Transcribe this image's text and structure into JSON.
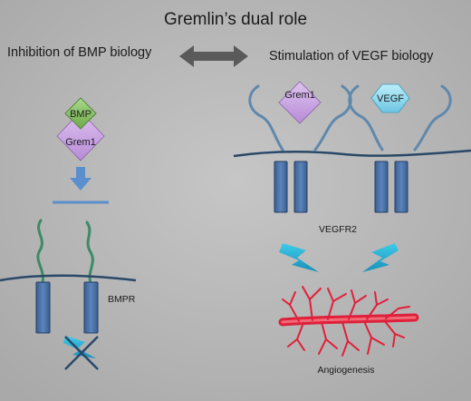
{
  "title": "Gremlin’s dual role",
  "left_heading": "Inhibition of BMP biology",
  "right_heading": "Stimulation of VEGF biology",
  "bmp_label": "BMP",
  "grem1_left_label": "Grem1",
  "grem1_right_label": "Grem1",
  "vegf_label": "VEGF",
  "vegfr2_label": "VEGFR2",
  "bmpr_label": "BMPR",
  "angiogenesis_label": "Angiogenesis",
  "colors": {
    "background": "#b9b9b9",
    "receptor_fill": "#4a72a8",
    "receptor_stroke": "#243e63",
    "membrane": "#2a4868",
    "green_strand": "#3d8a68",
    "blue_strand": "#5f88ad",
    "bmp": "#8fc46a",
    "grem1": "#c69ee0",
    "vegf": "#8fd8ee",
    "arrow_blue": "#5b8fcc",
    "lightning": "#29b6d6",
    "vessel": "#e0203a"
  }
}
